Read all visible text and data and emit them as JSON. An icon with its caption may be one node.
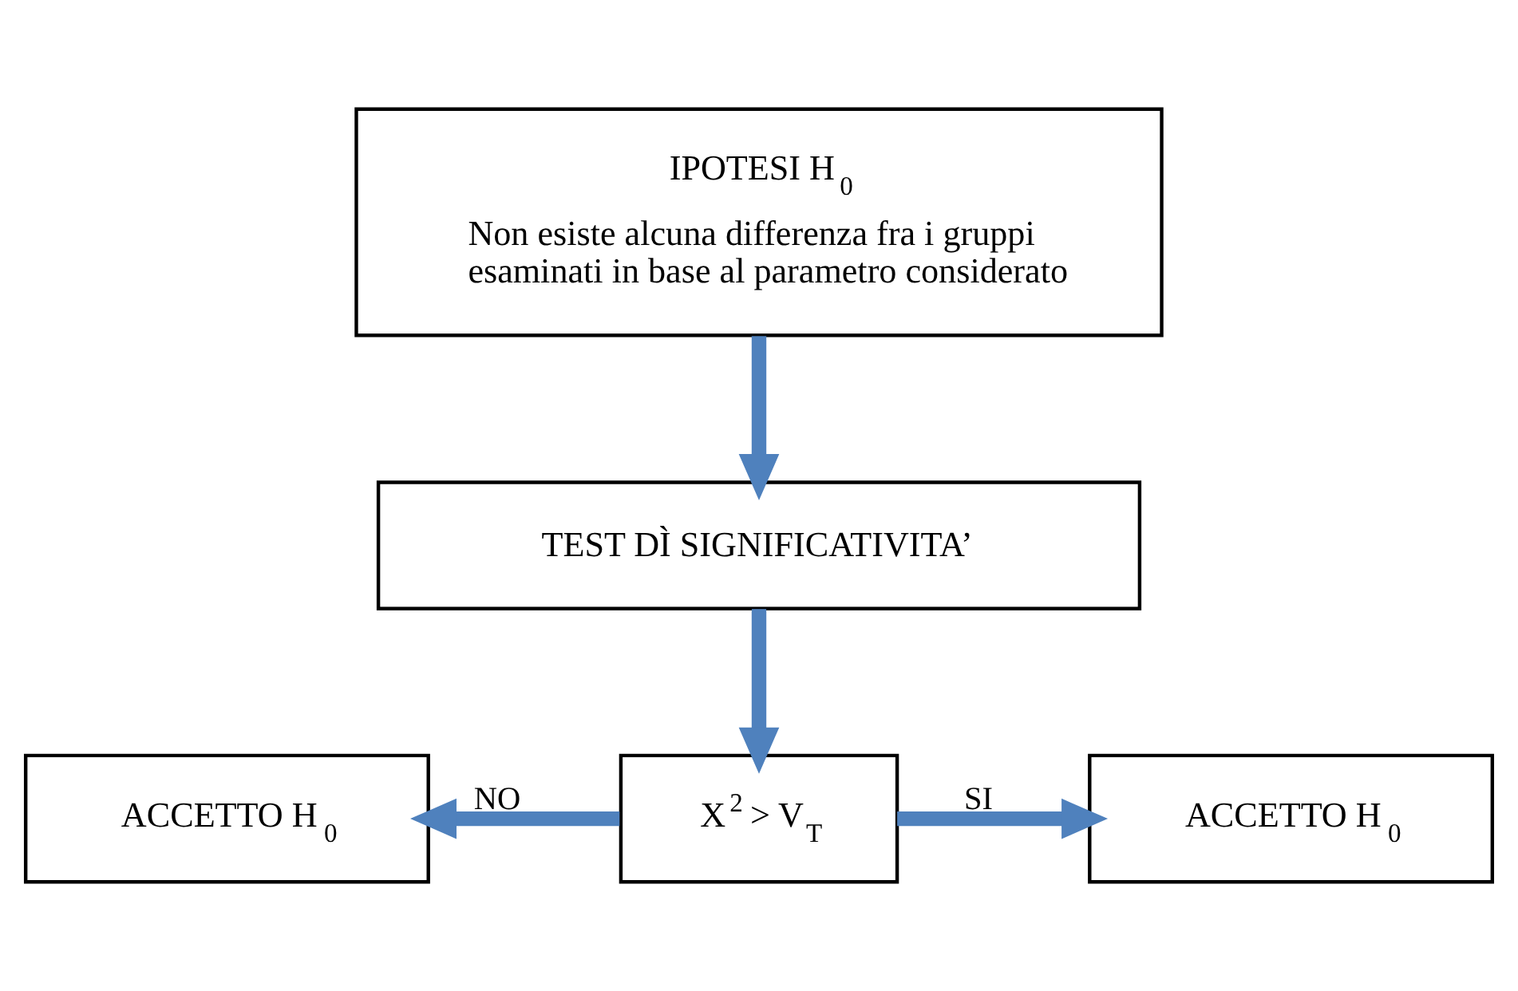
{
  "diagram": {
    "nodes": [
      {
        "text": [
          "IPOTESI H$_{0}$",
          "Non esiste alcuna differenza fra i gruppi esaminati in base al parametro considerato"
        ]
      },
      {
        "text": [
          "TEST DÌ SIGNIFICATIVITA’"
        ]
      },
      {
        "text": [
          "ACCETTO H$_{0}$"
        ]
      },
      {
        "text": [
          "X$^{2}$ > V$_{T}$"
        ]
      },
      {
        "text": [
          "ACCETTO H$_{0}$"
        ]
      }
    ],
    "edges": [
      {
        "from": 0,
        "to": 1,
        "arrow": "to"
      },
      {
        "from": 1,
        "to": 3,
        "arrow": "to"
      },
      {
        "from": 3,
        "to": 2,
        "arrow": "to",
        "label": "NO"
      },
      {
        "from": 3,
        "to": 4,
        "arrow": "to",
        "label": "SI"
      }
    ]
  }
}
